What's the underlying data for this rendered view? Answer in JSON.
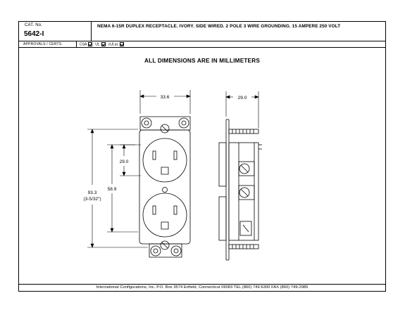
{
  "header": {
    "cat_label": "CAT. No.",
    "cat_value": "5642-I",
    "description": "NEMA 6-15R DUPLEX RECEPTACLE. IVORY. SIDE WIRED. 2 POLE 3 WIRE GROUNDING. 15 AMPERE 250 VOLT"
  },
  "approvals": {
    "label": "APPROVALS / CERTS.",
    "items": [
      {
        "label": "CSA",
        "checked": true
      },
      {
        "label": "UL",
        "checked": true
      },
      {
        "label": "cULus",
        "checked": true
      }
    ]
  },
  "drawing": {
    "heading": "ALL DIMENSIONS ARE IN MILLIMETERS",
    "dims": {
      "front_width": "33.6",
      "side_depth": "29.0",
      "face_height": "29.0",
      "center_spacing": "58.9",
      "overall_height": "93.3",
      "overall_height_in": "(3-5/32\")"
    }
  },
  "footer": {
    "text": "International Configurations, Inc.  P.O. Box 3574  Enfield, Connecticut 06083  TEL (860) 749-6300  FAX (860) 749-2985"
  }
}
